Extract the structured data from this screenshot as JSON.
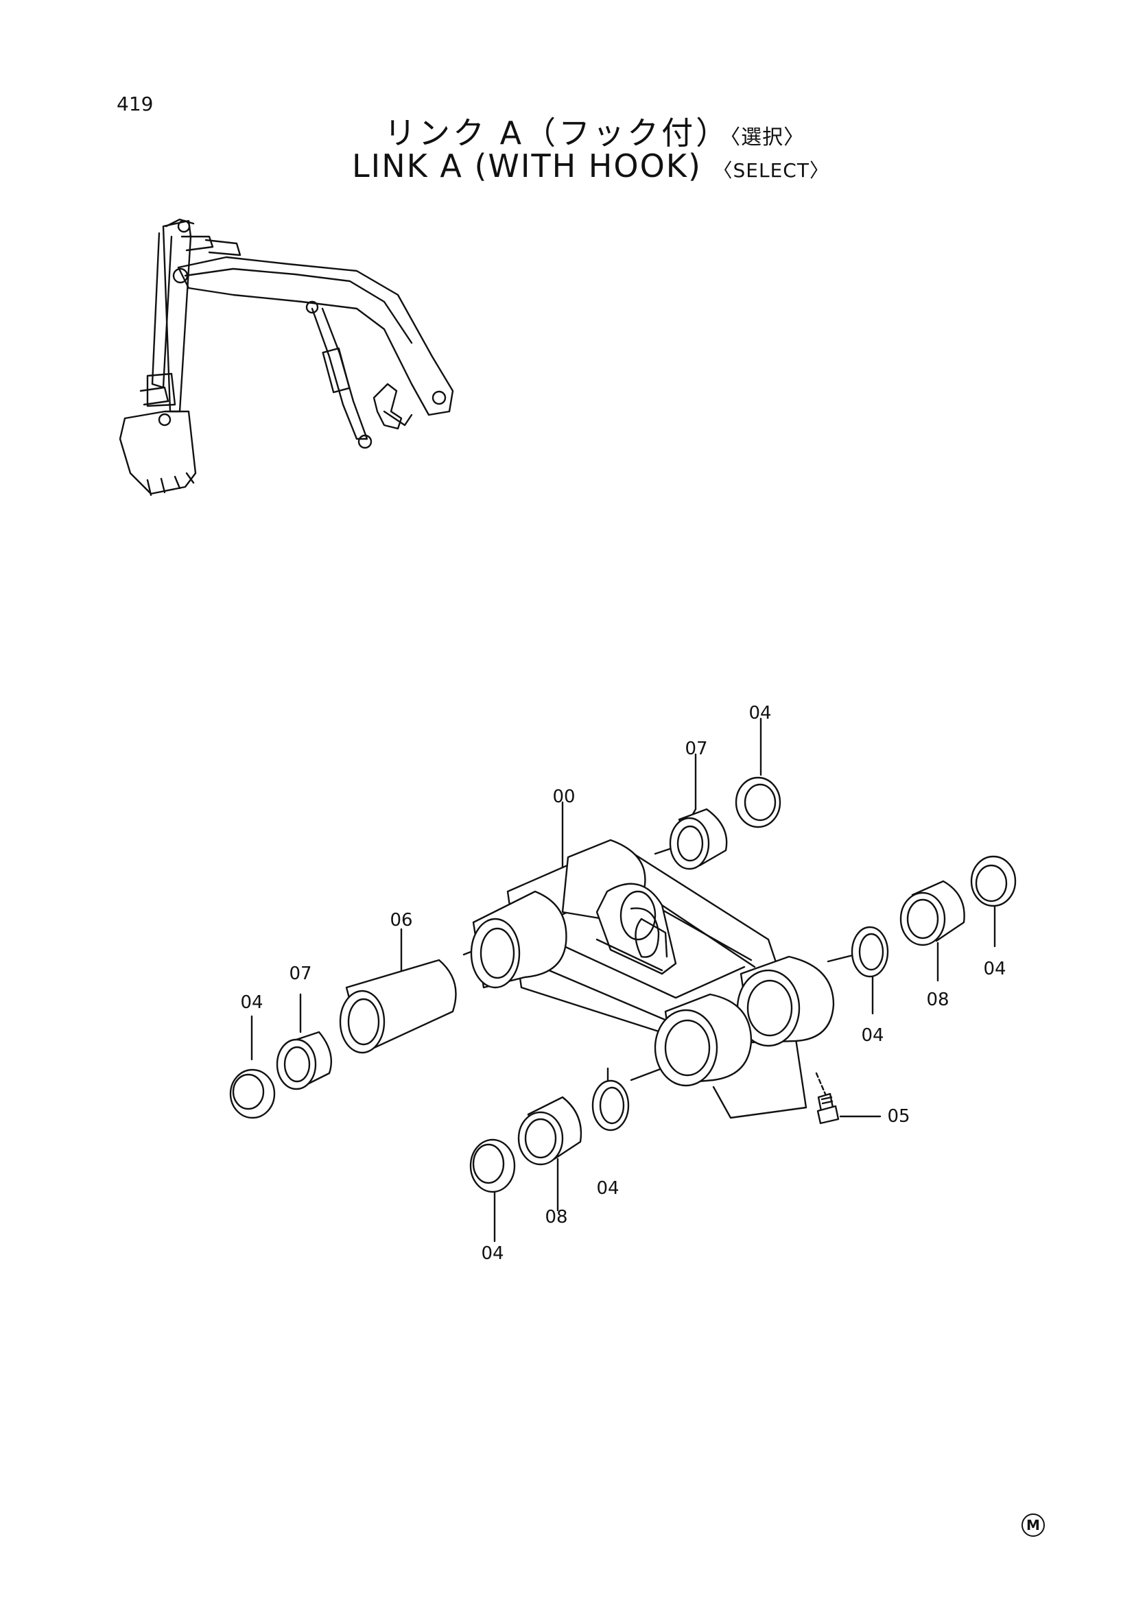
{
  "page": {
    "number": "419",
    "title_jp": "リンク A（フック付）",
    "title_jp_suffix": "〈選択〉",
    "title_en": "LINK A (WITH HOOK)",
    "title_en_suffix": "〈SELECT〉",
    "mark": "M"
  },
  "callouts": {
    "c04_top": "04",
    "c07_top": "07",
    "c00": "00",
    "c06": "06",
    "c07_left": "07",
    "c04_left": "04",
    "c04_right_top": "04",
    "c08_right": "08",
    "c04_right_mid": "04",
    "c05": "05",
    "c04_bottom_mid": "04",
    "c08_bottom": "08",
    "c04_bottom": "04"
  }
}
